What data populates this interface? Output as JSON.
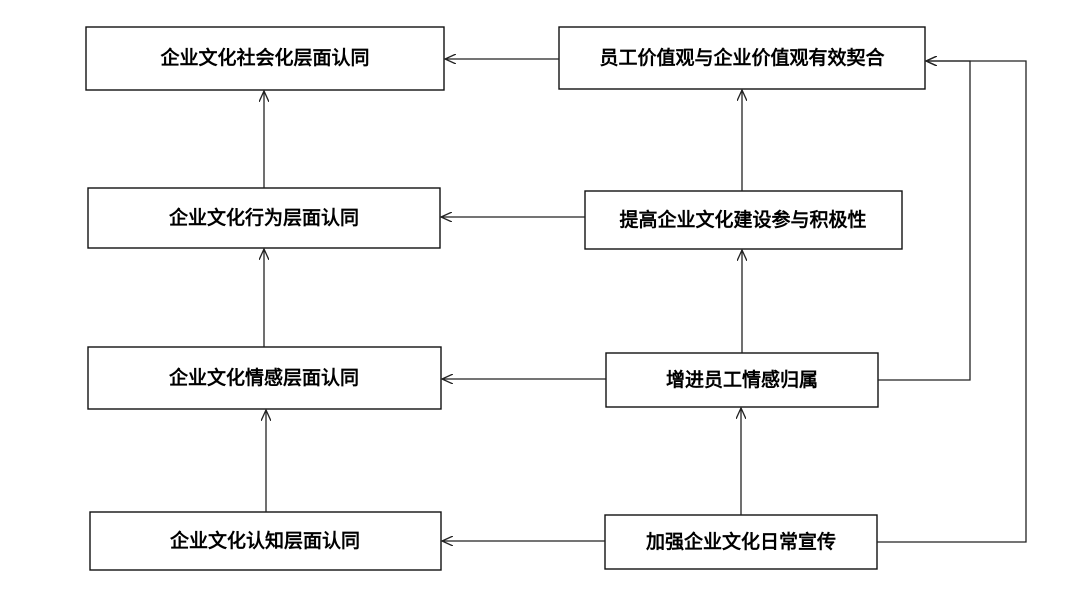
{
  "nodes": {
    "social_identity": "企业文化社会化层面认同",
    "behavior_identity": "企业文化行为层面认同",
    "emotion_identity": "企业文化情感层面认同",
    "cognition_identity": "企业文化认知层面认同",
    "value_fit": "员工价值观与企业价值观有效契合",
    "participation": "提高企业文化建设参与积极性",
    "belonging": "增进员工情感归属",
    "promotion": "加强企业文化日常宣传"
  }
}
